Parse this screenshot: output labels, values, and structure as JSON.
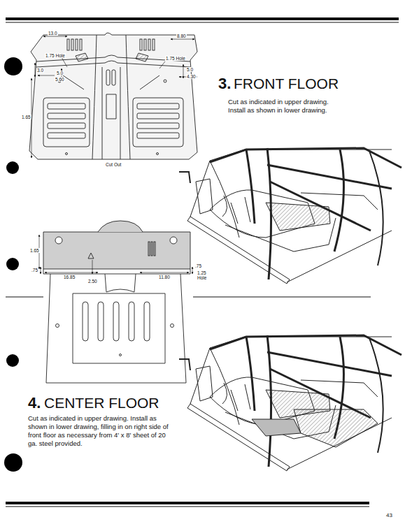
{
  "diagram": {
    "labels": [
      "13.0",
      "8.80",
      "1.75 Hole",
      "5.0",
      "1.75 Hole",
      "5.0",
      "3.0",
      "5.60",
      "4.30",
      "1.65",
      "Cut Out",
      "3.",
      "FRONT FLOOR",
      "Cut as indicated in upper drawing. Install as shown in lower drawing.",
      "1.65",
      ".75",
      "16.85",
      "2.50",
      "11.80",
      ".75",
      "1.25 Hole",
      "4.",
      "CENTER FLOOR",
      "Cut as indicated in upper drawing. Install as shown in lower drawing, filling in on right side of front floor as necessary from 4' x 8' sheet of 20 ga. steel provided.",
      "43"
    ]
  }
}
